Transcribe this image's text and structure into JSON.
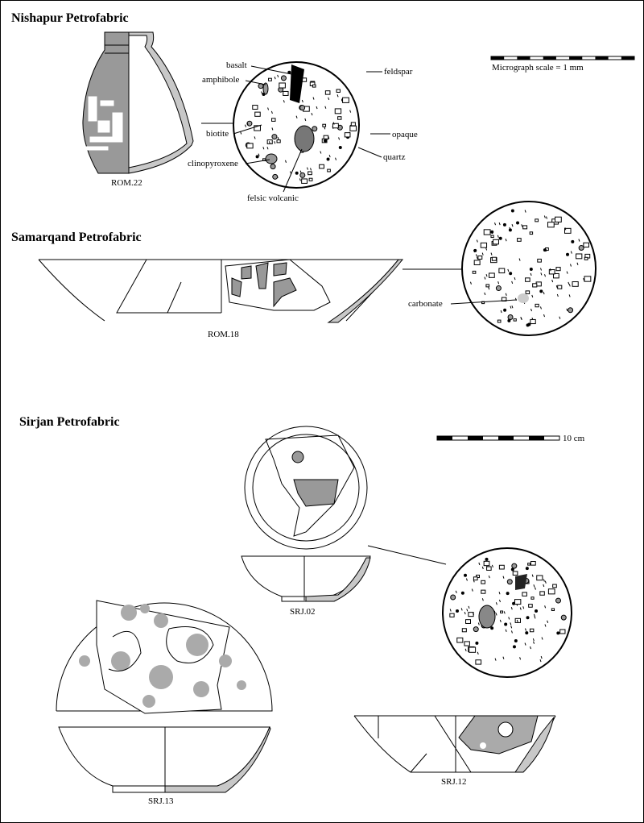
{
  "nishapur": {
    "title": "Nishapur Petrofabric",
    "vessel_label": "ROM.22",
    "minerals": {
      "basalt": "basalt",
      "amphibole": "amphibole",
      "biotite": "biotite",
      "clinopyroxene": "clinopyroxene",
      "felsic_volcanic": "felsic volcanic",
      "feldspar": "feldspar",
      "opaque": "opaque",
      "quartz": "quartz"
    },
    "scale_label": "Micrograph scale = 1 mm"
  },
  "samarqand": {
    "title": "Samarqand Petrofabric",
    "vessel_label": "ROM.18",
    "minerals": {
      "carbonate": "carbonate"
    }
  },
  "sirjan": {
    "title": "Sirjan Petrofabric",
    "scale_label": "10 cm",
    "vessel_labels": {
      "srj02": "SRJ.02",
      "srj13": "SRJ.13",
      "srj12": "SRJ.12"
    }
  },
  "colors": {
    "fill_dark": "#999999",
    "fill_light": "#c8c8c8"
  }
}
